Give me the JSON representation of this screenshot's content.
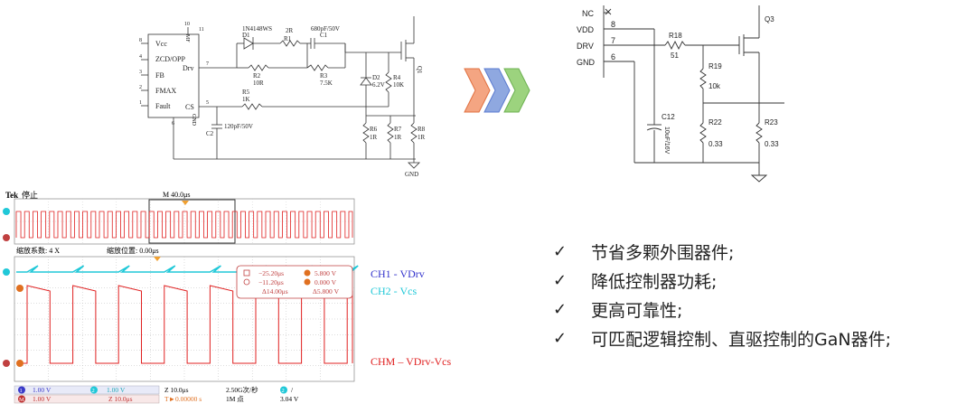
{
  "schematic1": {
    "ic_pins": [
      "Vcc",
      "ZCD/OPP",
      "FB",
      "FMAX",
      "Fault",
      "Drv",
      "CS",
      "GND",
      "MF"
    ],
    "pin_numbers": [
      "8",
      "4",
      "3",
      "2",
      "1",
      "7",
      "5",
      "6",
      "10",
      "11"
    ],
    "d1_part": "1N4148WS",
    "d1_ref": "D1",
    "r1_val": "2R",
    "r1_ref": "R1",
    "c1_val": "680pF/50V",
    "c1_ref": "C1",
    "r2_ref": "R2",
    "r2_val": "10R",
    "r3_ref": "R3",
    "r3_val": "7.5K",
    "r5_ref": "R5",
    "r5_val": "1K",
    "d2_ref": "D2",
    "d2_val": "6.2V",
    "r4_ref": "R4",
    "r4_val": "10K",
    "q_ref": "Q1",
    "c2_ref": "C2",
    "c2_val": "120pF/50V",
    "r6_ref": "R6",
    "r6_val": "1R",
    "r7_ref": "R7",
    "r7_val": "1R",
    "r8_ref": "R8",
    "r8_val": "1R",
    "gnd_label": "GND"
  },
  "arrows": {
    "colors": [
      "#f4a582",
      "#8fa8e0",
      "#9cd37e"
    ]
  },
  "schematic2": {
    "pins": [
      {
        "label": "NC",
        "num": ""
      },
      {
        "label": "VDD",
        "num": "8"
      },
      {
        "label": "DRV",
        "num": "7"
      },
      {
        "label": "GND",
        "num": "6"
      }
    ],
    "r18_ref": "R18",
    "r18_val": "51",
    "r19_ref": "R19",
    "r19_val": "10k",
    "c12_ref": "C12",
    "c12_val": "10uF/16V",
    "r22_ref": "R22",
    "r22_val": "0.33",
    "r23_ref": "R23",
    "r23_val": "0.33",
    "q_ref": "Q3"
  },
  "scope": {
    "brand": "Tek",
    "mode": "停止",
    "timebase_marker": "M 40.0μs",
    "zoom_factor": "缩放系数: 4 X",
    "zoom_position": "缩放位置: 0.00μs",
    "cursor_readout": {
      "a_time": "−25.20μs",
      "a_val": "5.800 V",
      "b_time": "−11.20μs",
      "b_val": "0.000 V",
      "delta_time": "Δ14.00μs",
      "delta_val": "Δ5.800 V"
    },
    "status": {
      "ch1_scale": "1.00 V",
      "ch2_scale": "1.00 V",
      "chm_scale": "1.00 V",
      "chm_time": "Z 10.0μs",
      "zoom_time": "Z 10.0μs",
      "trigger_pos": "T►0.00000 s",
      "sample_rate": "2.50G次/秒",
      "record_length": "1M 点",
      "trigger_ch": "2",
      "trigger_level": "3.04 V"
    },
    "legend": {
      "ch1": "CH1 - VDrv",
      "ch2": "CH2 - Vcs",
      "chm": "CHM – VDrv-Vcs"
    },
    "colors": {
      "ch1": "#e02020",
      "ch2": "#20c8d8",
      "math": "#e02020",
      "legend_blue": "#3333cc",
      "legend_cyan": "#20c8d8",
      "legend_red": "#e02020"
    }
  },
  "bullets": [
    "节省多颗外围器件;",
    "降低控制器功耗;",
    "更高可靠性;",
    "可匹配逻辑控制、直驱控制的GaN器件;"
  ],
  "bullet_check": "✓"
}
